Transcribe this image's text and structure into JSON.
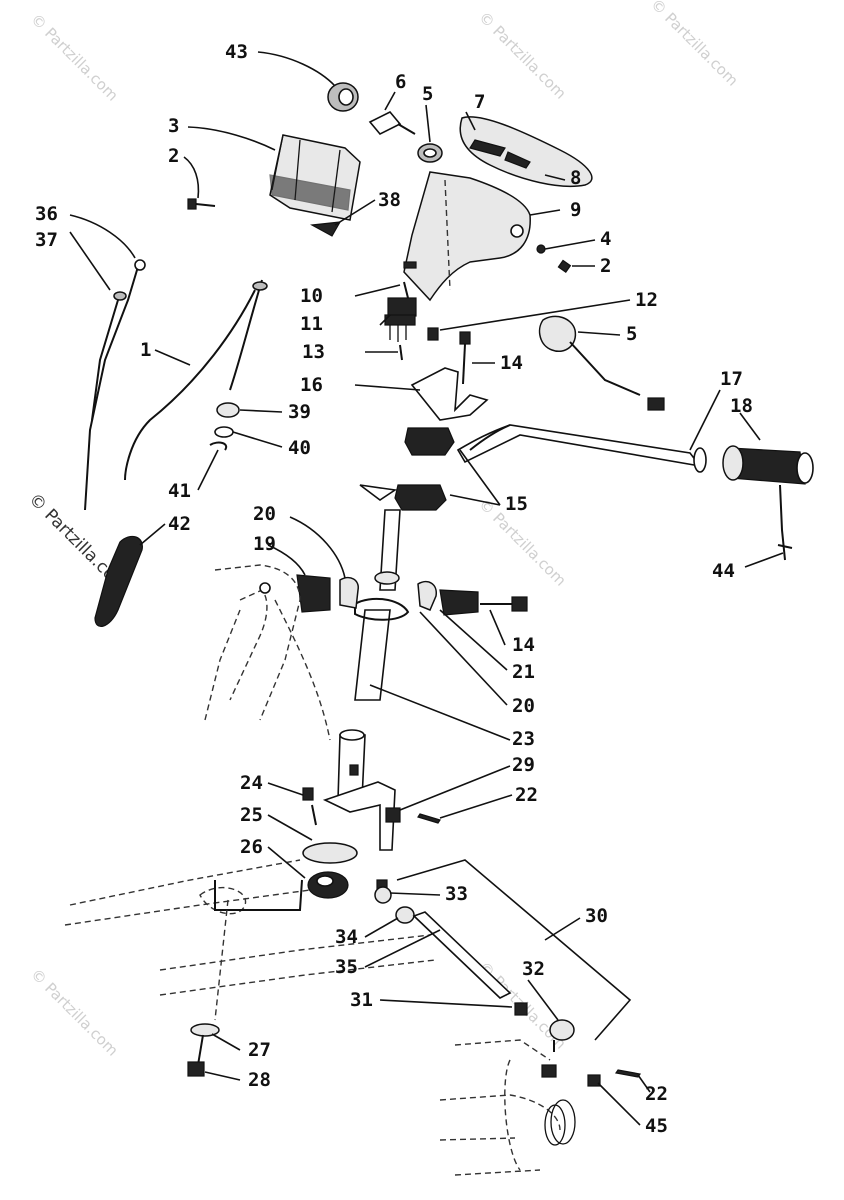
{
  "diagram": {
    "watermarks": [
      "© Partzilla.com",
      "© Partzilla.com",
      "© Partzilla.com",
      "© Partzilla.com",
      "© Partzilla.com",
      "© Partzilla.com",
      "© Partzilla.com"
    ],
    "callouts": [
      {
        "id": "c43",
        "text": "43"
      },
      {
        "id": "c6",
        "text": "6"
      },
      {
        "id": "c5a",
        "text": "5"
      },
      {
        "id": "c7",
        "text": "7"
      },
      {
        "id": "c3",
        "text": "3"
      },
      {
        "id": "c2a",
        "text": "2"
      },
      {
        "id": "c8",
        "text": "8"
      },
      {
        "id": "c38",
        "text": "38"
      },
      {
        "id": "c9",
        "text": "9"
      },
      {
        "id": "c36",
        "text": "36"
      },
      {
        "id": "c37",
        "text": "37"
      },
      {
        "id": "c4",
        "text": "4"
      },
      {
        "id": "c2b",
        "text": "2"
      },
      {
        "id": "c10",
        "text": "10"
      },
      {
        "id": "c12",
        "text": "12"
      },
      {
        "id": "c11",
        "text": "11"
      },
      {
        "id": "c5b",
        "text": "5"
      },
      {
        "id": "c1",
        "text": "1"
      },
      {
        "id": "c13",
        "text": "13"
      },
      {
        "id": "c14a",
        "text": "14"
      },
      {
        "id": "c16",
        "text": "16"
      },
      {
        "id": "c17",
        "text": "17"
      },
      {
        "id": "c18",
        "text": "18"
      },
      {
        "id": "c39",
        "text": "39"
      },
      {
        "id": "c40",
        "text": "40"
      },
      {
        "id": "c41",
        "text": "41"
      },
      {
        "id": "c15",
        "text": "15"
      },
      {
        "id": "c42",
        "text": "42"
      },
      {
        "id": "c20a",
        "text": "20"
      },
      {
        "id": "c19",
        "text": "19"
      },
      {
        "id": "c44",
        "text": "44"
      },
      {
        "id": "c14b",
        "text": "14"
      },
      {
        "id": "c21",
        "text": "21"
      },
      {
        "id": "c20b",
        "text": "20"
      },
      {
        "id": "c23",
        "text": "23"
      },
      {
        "id": "c29",
        "text": "29"
      },
      {
        "id": "c24",
        "text": "24"
      },
      {
        "id": "c22a",
        "text": "22"
      },
      {
        "id": "c25",
        "text": "25"
      },
      {
        "id": "c26",
        "text": "26"
      },
      {
        "id": "c33",
        "text": "33"
      },
      {
        "id": "c30",
        "text": "30"
      },
      {
        "id": "c34",
        "text": "34"
      },
      {
        "id": "c35",
        "text": "35"
      },
      {
        "id": "c32",
        "text": "32"
      },
      {
        "id": "c31",
        "text": "31"
      },
      {
        "id": "c27",
        "text": "27"
      },
      {
        "id": "c28",
        "text": "28"
      },
      {
        "id": "c22b",
        "text": "22"
      },
      {
        "id": "c45",
        "text": "45"
      }
    ]
  }
}
